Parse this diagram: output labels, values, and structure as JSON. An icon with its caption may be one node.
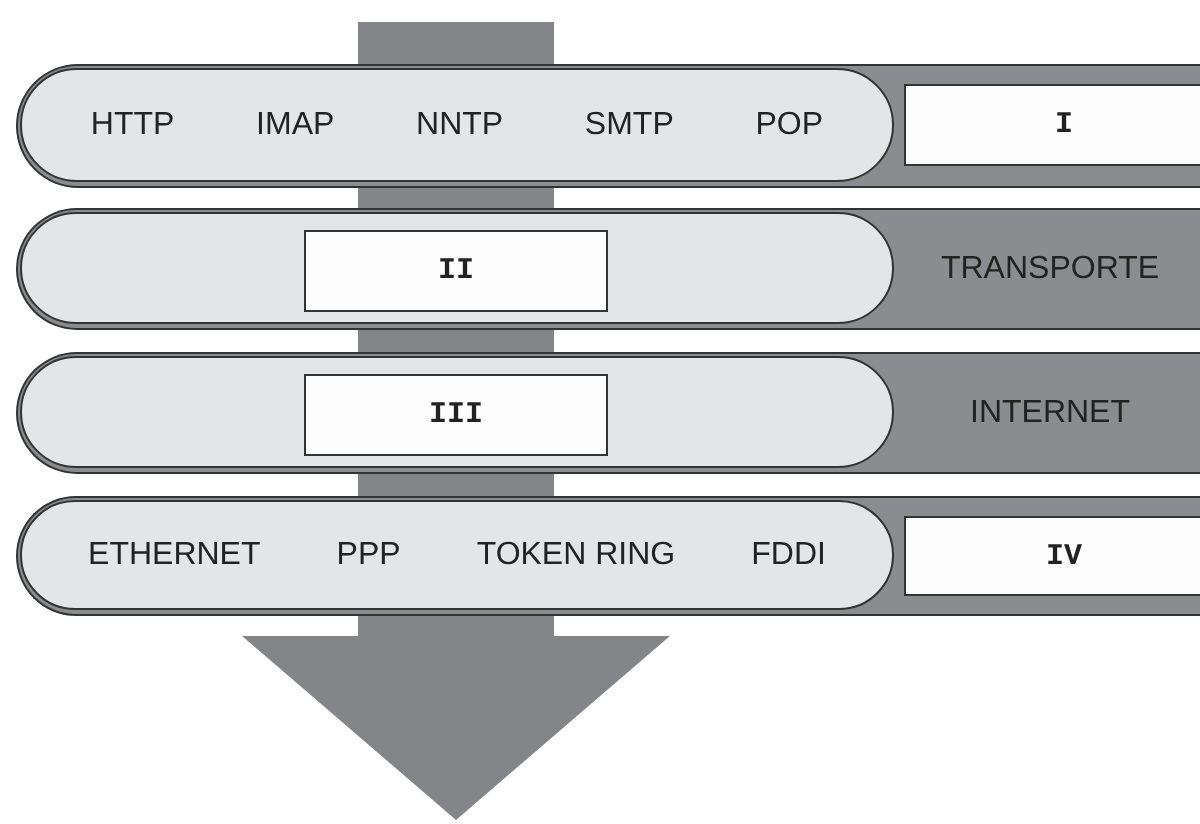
{
  "diagram": {
    "nodes": [
      {
        "text": [],
        "shape": "bar"
      },
      {
        "text": [
          "HTTP",
          "IMAP",
          "NNTP",
          "SMTP",
          "POP"
        ],
        "in": 0
      },
      {
        "text": [
          "I"
        ],
        "in": 0
      },
      {
        "text": [
          "TRANSPORTE"
        ]
      },
      {
        "text": [],
        "shape": "box",
        "in": 3
      },
      {
        "text": [
          "II"
        ],
        "in": 4
      },
      {
        "text": [
          "INTERNET"
        ]
      },
      {
        "text": [],
        "shape": "box",
        "in": 6
      },
      {
        "text": [
          "III"
        ],
        "in": 7
      },
      {
        "text": [],
        "shape": "bar"
      },
      {
        "text": [
          "ETHERNET",
          "PPP",
          "TOKEN RING",
          "FDDI"
        ],
        "in": 9
      },
      {
        "text": [
          "IV"
        ],
        "in": 9
      }
    ]
  }
}
